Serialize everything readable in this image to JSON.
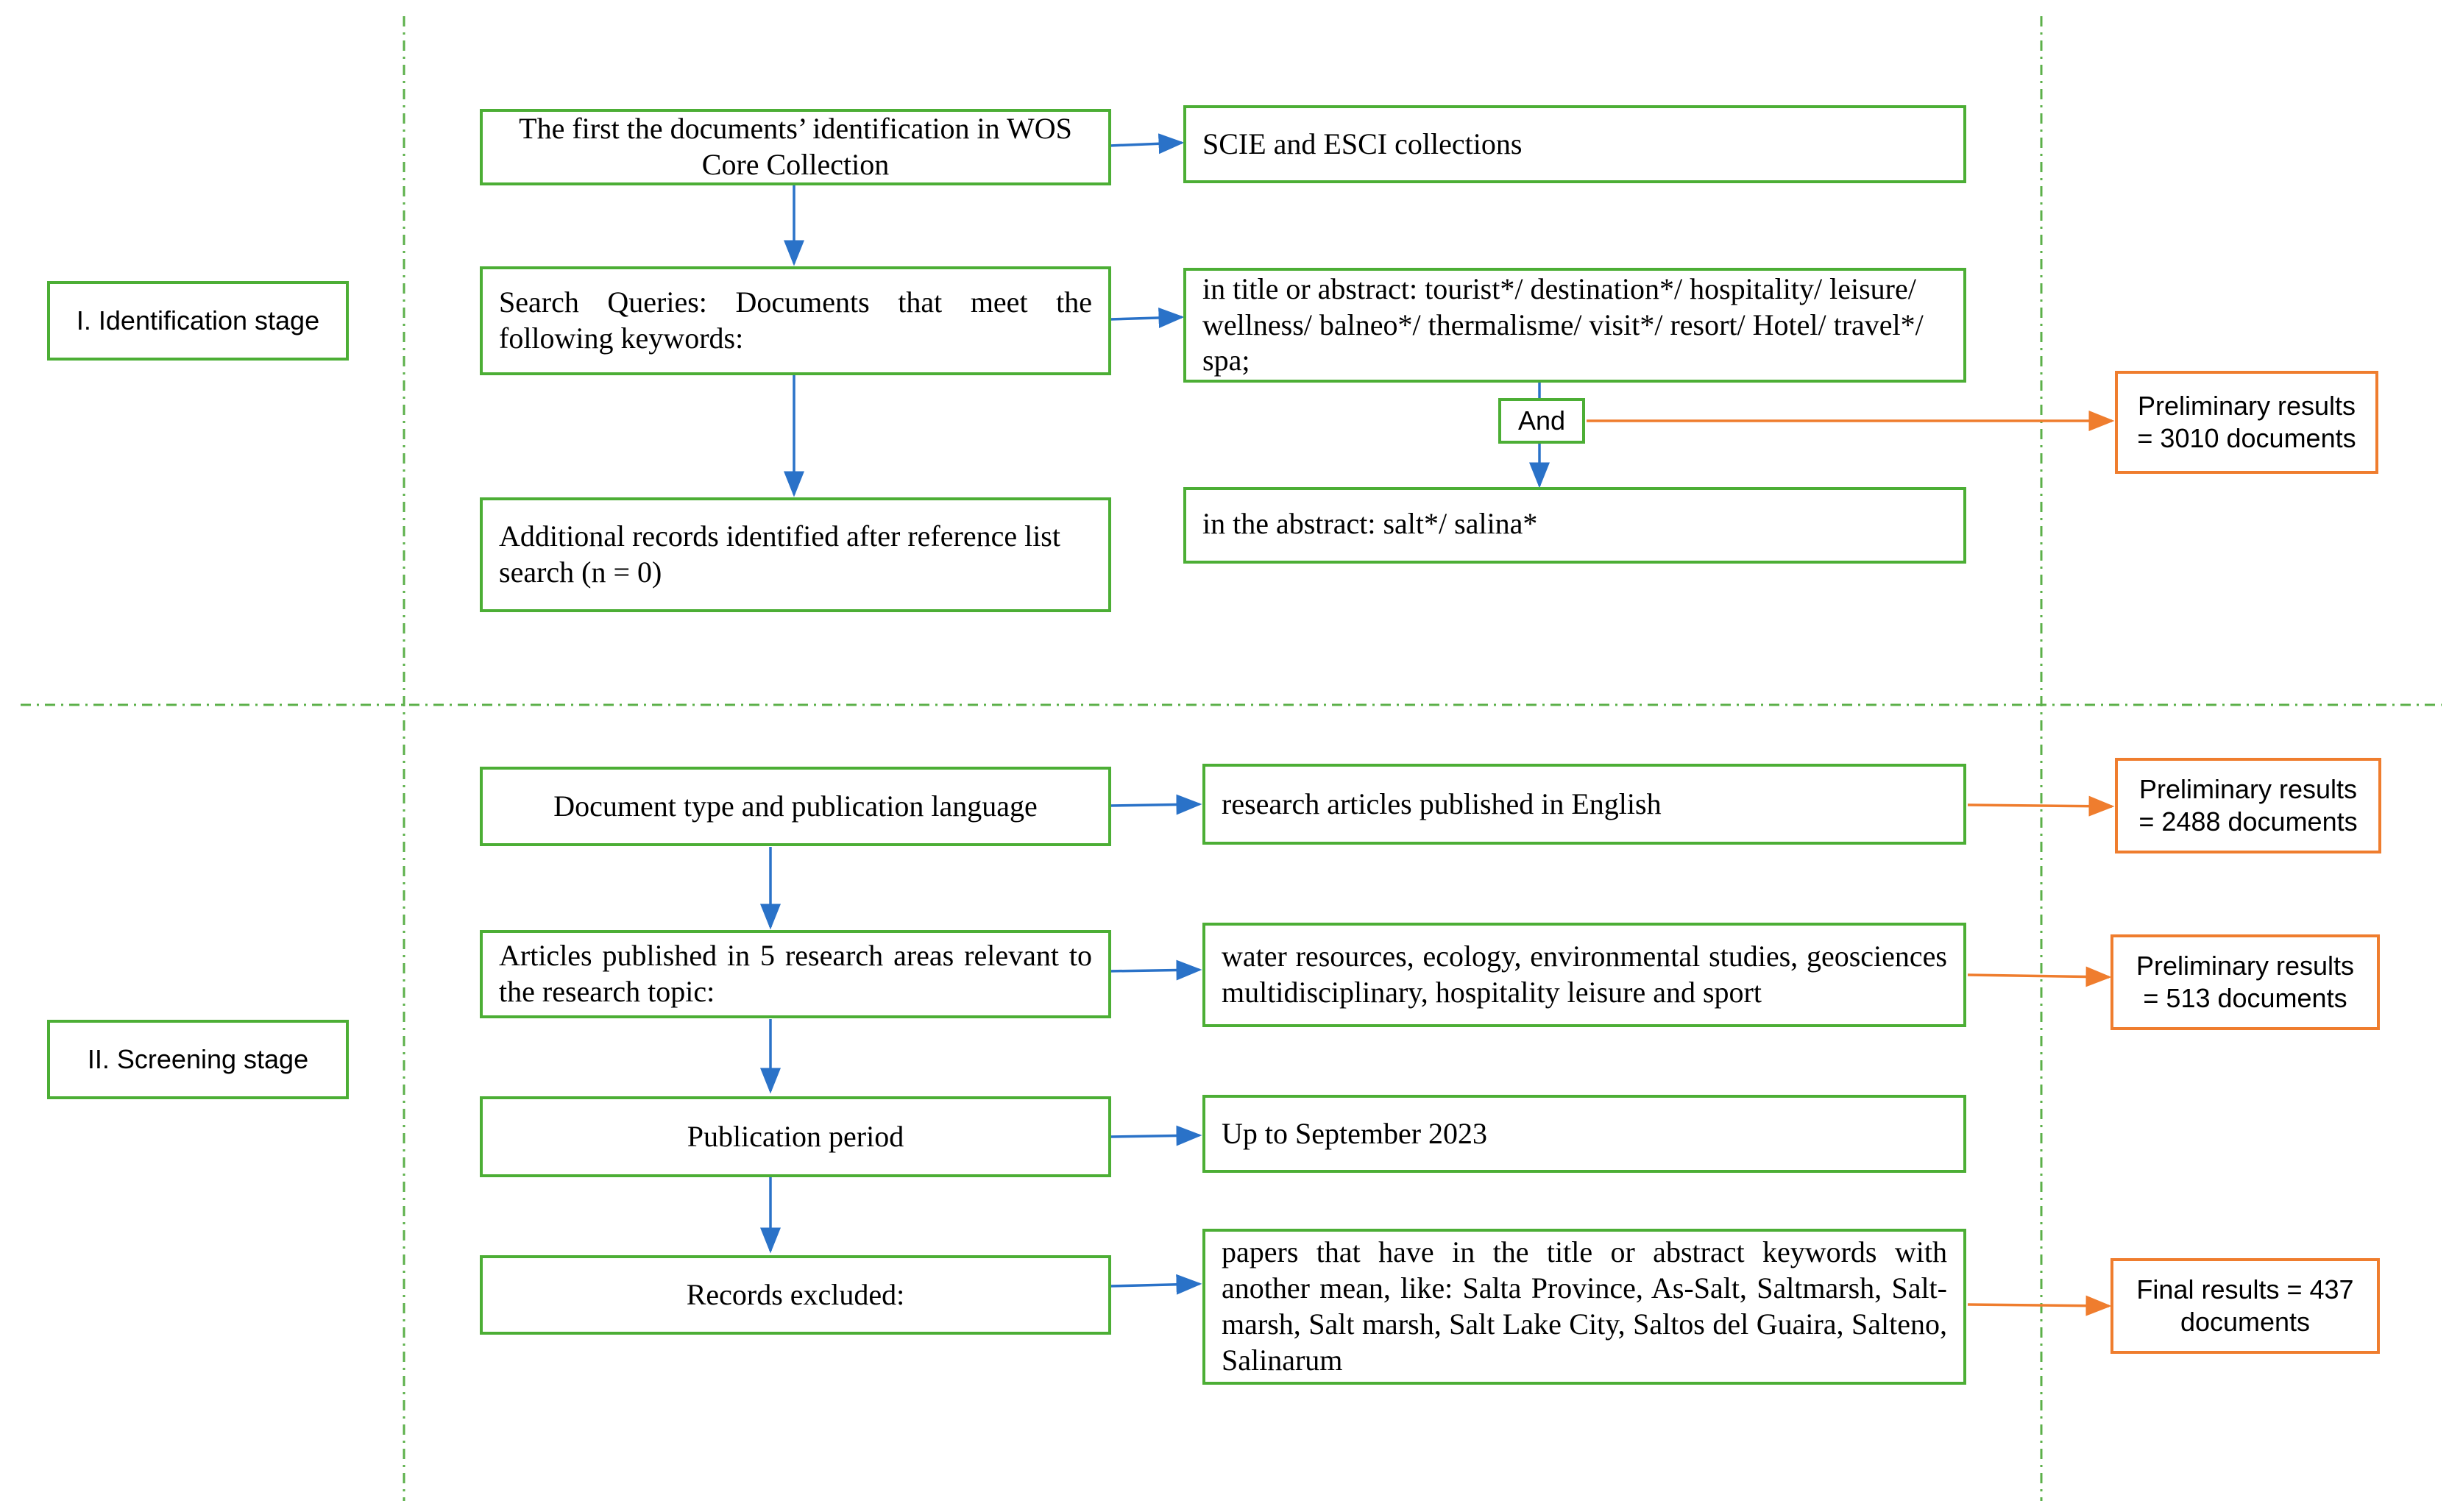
{
  "colors": {
    "box_border": "#4cae35",
    "result_border": "#ef7d2e",
    "blue_arrow": "#2a72c8",
    "orange_arrow": "#ef7d2e",
    "divider": "#5cb04a"
  },
  "stages": {
    "identification": "I. Identification stage",
    "screening": "II. Screening stage"
  },
  "identification": {
    "first_identification": "The first the documents’ identification in WOS Core Collection",
    "collections": "SCIE and ESCI collections",
    "search_queries": "Search Queries: Documents that meet the following keywords:",
    "keywords_title_abstract": "in title or abstract: tourist*/ destination*/ hospitality/ leisure/ wellness/ balneo*/ thermalisme/ visit*/ resort/ Hotel/ travel*/ spa;",
    "and_label": "And",
    "keywords_abstract": "in the abstract: salt*/ salina*",
    "additional_records": "Additional records identified after reference list search (n = 0)",
    "result": "Preliminary results = 3010 documents"
  },
  "screening": {
    "doc_type": "Document type and publication language",
    "doc_type_criteria": "research articles published in English",
    "doc_type_result": "Preliminary results = 2488 documents",
    "areas": "Articles published in 5 research areas relevant to the research topic:",
    "areas_criteria": "water resources, ecology, environmental studies, geosciences multidisciplinary, hospitality leisure and sport",
    "areas_result": "Preliminary results = 513 documents",
    "period": "Publication period",
    "period_criteria": "Up to September 2023",
    "excluded": "Records excluded:",
    "excluded_criteria": "papers that have in the title or abstract keywords with another mean, like: Salta Province, As-Salt, Saltmarsh, Salt-marsh, Salt marsh, Salt Lake City, Saltos del Guaira, Salteno, Salinarum",
    "final_result": "Final results = 437 documents"
  }
}
